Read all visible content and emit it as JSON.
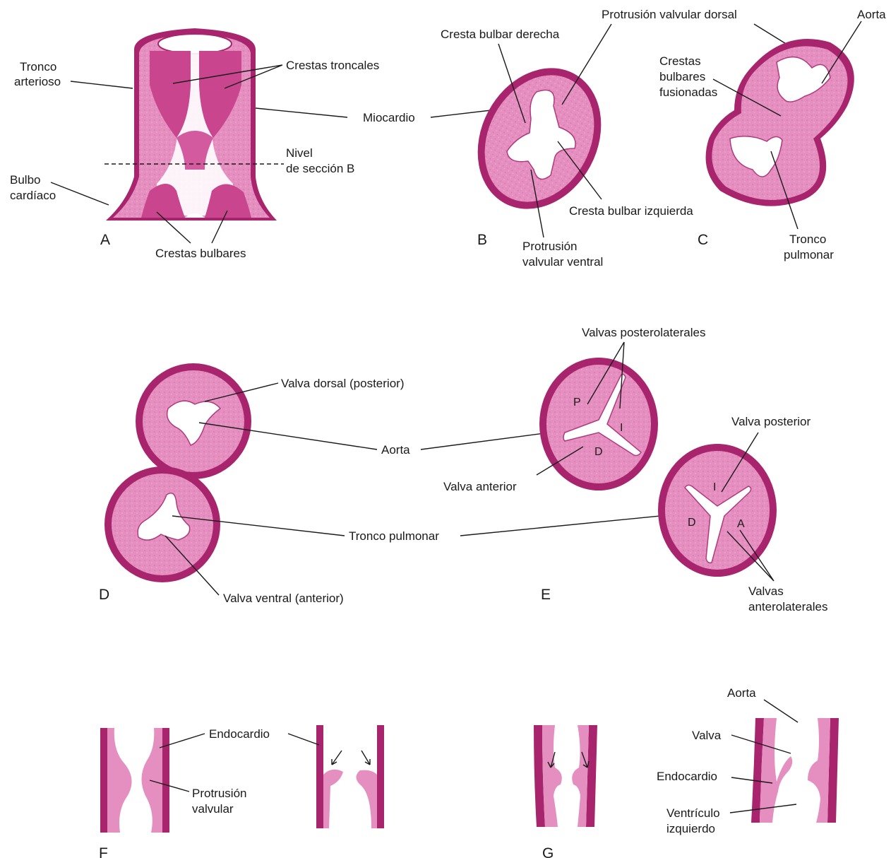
{
  "colors": {
    "wall": "#a8256e",
    "tissue": "#e58ec0",
    "crest": "#c9468f",
    "lumen": "#ffffff",
    "text": "#1a1a1a"
  },
  "panels": {
    "A": "A",
    "B": "B",
    "C": "C",
    "D": "D",
    "E": "E",
    "F": "F",
    "G": "G"
  },
  "labels": {
    "tronco_arterioso": [
      "Tronco",
      "arterioso"
    ],
    "crestas_troncales": "Crestas troncales",
    "miocardio": "Miocardio",
    "nivel_seccion": [
      "Nivel",
      "de sección B"
    ],
    "bulbo_cardiaco": [
      "Bulbo",
      "cardíaco"
    ],
    "crestas_bulbares": "Crestas bulbares",
    "cresta_bulbar_derecha": "Cresta bulbar derecha",
    "protrusion_valvular_dorsal": "Protrusión valvular dorsal",
    "aorta_c": "Aorta",
    "crestas_bulbares_fusionadas": [
      "Crestas",
      "bulbares",
      "fusionadas"
    ],
    "cresta_bulbar_izquierda": "Cresta bulbar izquierda",
    "protrusion_valvular_ventral": [
      "Protrusión",
      "valvular ventral"
    ],
    "tronco_pulmonar_c": [
      "Tronco",
      "pulmonar"
    ],
    "valva_dorsal": "Valva dorsal (posterior)",
    "aorta_de": "Aorta",
    "tronco_pulmonar_de": "Tronco pulmonar",
    "valva_ventral": "Valva ventral (anterior)",
    "valvas_posterolaterales": "Valvas posterolaterales",
    "valva_anterior": "Valva anterior",
    "valva_posterior": "Valva posterior",
    "valvas_anterolaterales": [
      "Valvas",
      "anterolaterales"
    ],
    "cusp_P": "P",
    "cusp_I_aorta": "I",
    "cusp_D_aorta": "D",
    "cusp_I_pulm": "I",
    "cusp_D_pulm": "D",
    "cusp_A_pulm": "A",
    "endocardio_f": "Endocardio",
    "protrusion_valvular_f": [
      "Protrusión",
      "valvular"
    ],
    "aorta_g": "Aorta",
    "valva_g": "Valva",
    "endocardio_g": "Endocardio",
    "ventriculo_izquierdo": [
      "Ventrículo",
      "izquierdo"
    ]
  }
}
